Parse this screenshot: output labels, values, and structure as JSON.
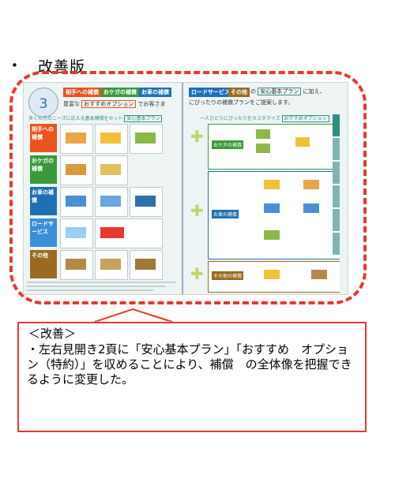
{
  "heading": {
    "bullet": "•",
    "title": "改善版"
  },
  "spread": {
    "left": {
      "badge": "3",
      "tags": [
        "相手への補償",
        "おケガの補償",
        "お車の補償"
      ],
      "prefix": "豊富な",
      "option_chip": "おすすめオプション",
      "suffix": "でお客さま",
      "section_title": "多くの方のニーズに応える基本補償をセット",
      "plan_chip": "安心基本プラン",
      "categories": [
        "相手への補償",
        "おケガの補償",
        "お車の補償",
        "ロードサービス",
        "その他"
      ]
    },
    "right": {
      "tags": [
        "ロードサービス",
        "その他"
      ],
      "line1_mid": "の",
      "plan_chip": "安心基本プラン",
      "line1_end": "に加え、",
      "line2": "にぴったりの補償プランをご提案します。",
      "section_title": "一人ひとりにぴったりをカスタマイズ",
      "option_chip": "おすすめオプション",
      "sections": [
        "おケガの補償",
        "お車の補償",
        "その他の補償"
      ]
    }
  },
  "note": {
    "title": "＜改善＞",
    "body": "・左右見開き2頁に「安心基本プラン」「おすすめ　オプション（特約）」を収めることにより、補償　の全体像を把握できるように変更した。"
  },
  "colors": {
    "accent": "#e8392b",
    "teal": "#2f8f86",
    "orange": "#e8551f",
    "green": "#3a9a3a",
    "blue": "#1f6fb5"
  }
}
